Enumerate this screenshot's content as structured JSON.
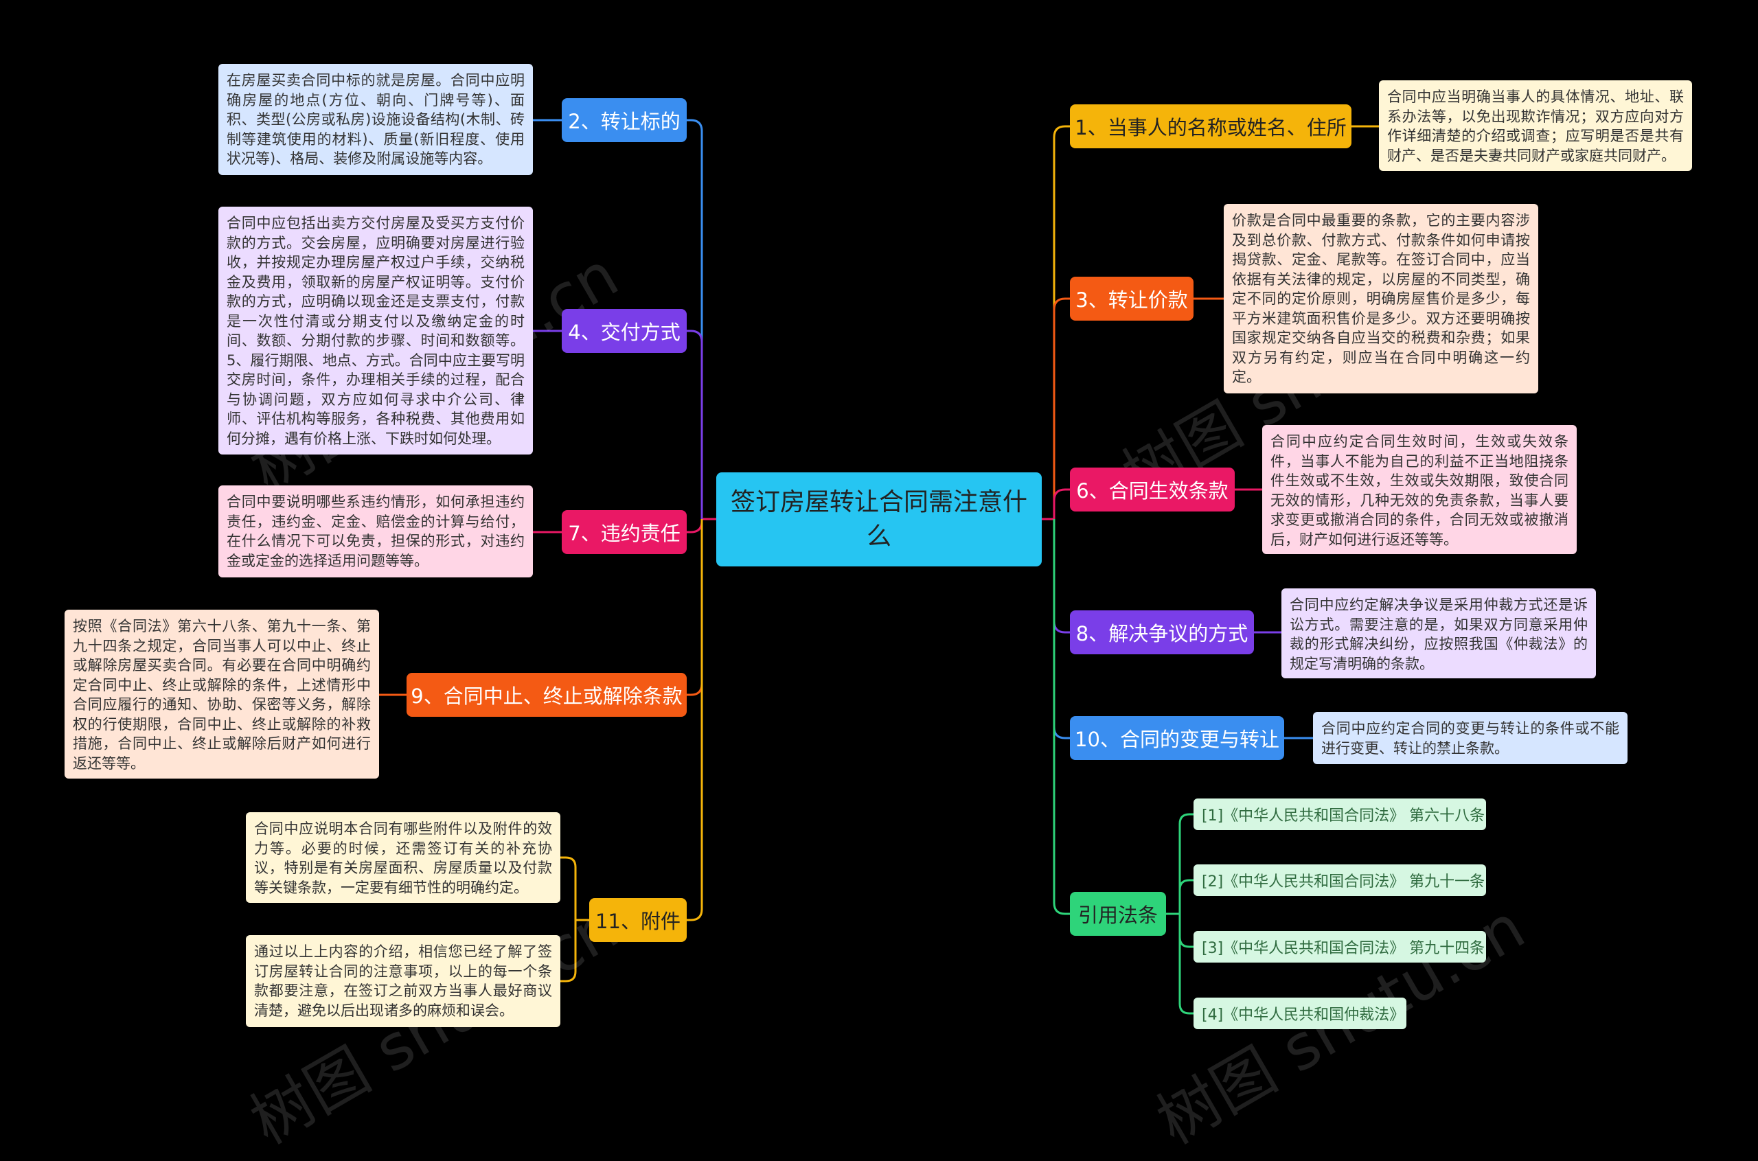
{
  "center": {
    "title": "签订房屋转让合同需注意什么"
  },
  "branches": {
    "b1": "1、当事人的名称或姓名、住所",
    "b2": "2、转让标的",
    "b3": "3、转让价款",
    "b4": "4、交付方式",
    "b6": "6、合同生效条款",
    "b7": "7、违约责任",
    "b8": "8、解决争议的方式",
    "b9": "9、合同中止、终止或解除条款",
    "b10": "10、合同的变更与转让",
    "b11": "11、附件",
    "bref": "引用法条"
  },
  "leaves": {
    "l1": "合同中应当明确当事人的具体情况、地址、联系办法等，以免出现欺诈情况；双方应向对方作详细清楚的介绍或调查；应写明是否是共有财产、是否是夫妻共同财产或家庭共同财产。",
    "l2": "在房屋买卖合同中标的就是房屋。合同中应明确房屋的地点(方位、朝向、门牌号等)、面积、类型(公房或私房)设施设备结构(木制、砖制等建筑使用的材料)、质量(新旧程度、使用状况等)、格局、装修及附属设施等内容。",
    "l3": "价款是合同中最重要的条款，它的主要内容涉及到总价款、付款方式、付款条件如何申请按揭贷款、定金、尾款等。在签订合同中，应当依据有关法律的规定，以房屋的不同类型，确定不同的定价原则，明确房屋售价是多少，每平方米建筑面积售价是多少。双方还要明确按国家规定交纳各自应当交的税费和杂费；如果双方另有约定，则应当在合同中明确这一约定。",
    "l4": "合同中应包括出卖方交付房屋及受买方支付价款的方式。交会房屋，应明确要对房屋进行验收，并按规定办理房屋产权过户手续，交纳税金及费用，领取新的房屋产权证明等。支付价款的方式，应明确以现金还是支票支付，付款是一次性付清或分期支付以及缴纳定金的时间、数额、分期付款的步骤、时间和数额等。5、履行期限、地点、方式。合同中应主要写明交房时间，条件，办理相关手续的过程，配合与协调问题，双方应如何寻求中介公司、律师、评估机构等服务，各种税费、其他费用如何分摊，遇有价格上涨、下跌时如何处理。",
    "l6": "合同中应约定合同生效时间，生效或失效条件，当事人不能为自己的利益不正当地阻挠条件生效或不生效，生效或失效期限，致使合同无效的情形，几种无效的免责条款，当事人要求变更或撤消合同的条件，合同无效或被撤消后，财产如何进行返还等等。",
    "l7": "合同中要说明哪些系违约情形，如何承担违约责任，违约金、定金、赔偿金的计算与给付，在什么情况下可以免责，担保的形式，对违约金或定金的选择适用问题等等。",
    "l8": "合同中应约定解决争议是采用仲裁方式还是诉讼方式。需要注意的是，如果双方同意采用仲裁的形式解决纠纷，应按照我国《仲裁法》的规定写清明确的条款。",
    "l9": "按照《合同法》第六十八条、第九十一条、第九十四条之规定，合同当事人可以中止、终止或解除房屋买卖合同。有必要在合同中明确约定合同中止、终止或解除的条件，上述情形中合同应履行的通知、协助、保密等义务，解除权的行使期限，合同中止、终止或解除的补救措施，合同中止、终止或解除后财产如何进行返还等等。",
    "l10": "合同中应约定合同的变更与转让的条件或不能进行变更、转让的禁止条款。",
    "l11a": "合同中应说明本合同有哪些附件以及附件的效力等。必要的时候，还需签订有关的补充协议，特别是有关房屋面积、房屋质量以及付款等关键条款，一定要有细节性的明确约定。",
    "l11b": "通过以上上内容的介绍，相信您已经了解了签订房屋转让合同的注意事项，以上的每一个条款都要注意，在签订之前双方当事人最好商议清楚，避免以后出现诸多的麻烦和误会。"
  },
  "refs": [
    "[1]《中华人民共和国合同法》 第六十八条",
    "[2]《中华人民共和国合同法》 第九十一条",
    "[3]《中华人民共和国合同法》 第九十四条",
    "[4]《中华人民共和国仲裁法》"
  ],
  "colors": {
    "center": "#26c5f2",
    "b1": "#f5b40a",
    "b2": "#3a8ef0",
    "b3": "#f45a14",
    "b4": "#7a3ee8",
    "b6": "#ea1865",
    "b7": "#ea1865",
    "b8": "#7a3ee8",
    "b9": "#f45a14",
    "b10": "#3a8ef0",
    "b11": "#f5b40a",
    "bref": "#2ed47a"
  },
  "watermark": "树图 shutu.cn"
}
